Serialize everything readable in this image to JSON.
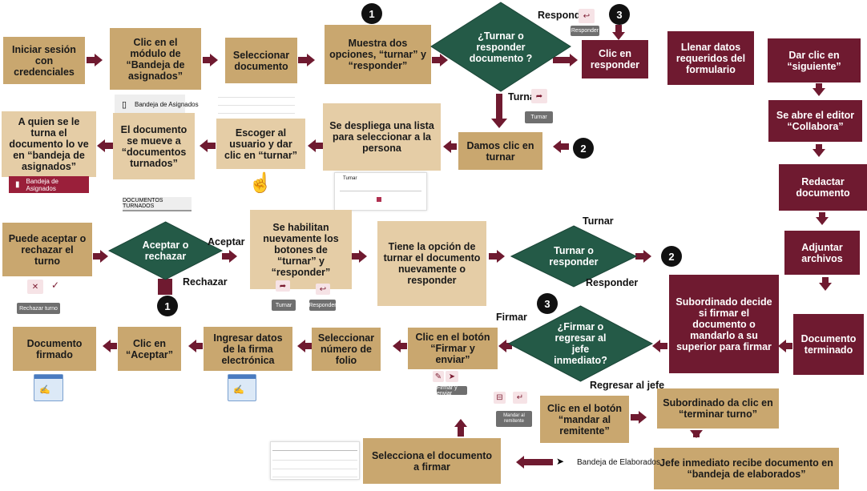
{
  "steps": {
    "iniciar": "Iniciar sesión con credenciales",
    "clic_modulo": "Clic en el módulo de “Bandeja de asignados”",
    "seleccionar_doc": "Seleccionar documento",
    "muestra_opciones": "Muestra dos opciones, “turnar” y “responder”",
    "clic_responder": "Clic en responder",
    "llenar_datos": "Llenar datos requeridos del formulario",
    "dar_siguiente": "Dar clic en “siguiente”",
    "editor_collabora": "Se abre el editor “Collabora”",
    "redactar": "Redactar documento",
    "adjuntar": "Adjuntar archivos",
    "doc_terminado": "Documento terminado",
    "subordinado_decide": "Subordinado decide si firmar el documento o mandarlo a su superior para firmar",
    "damos_turnar": "Damos clic en turnar",
    "despliega_lista": "Se despliega una lista para seleccionar a la persona",
    "escoger_usuario": "Escoger al usuario y dar clic en “turnar”",
    "doc_mueve": "El documento se mueve a “documentos turnados”",
    "quien_turna": "A quien se le turna el documento lo ve en “bandeja de asignados”",
    "puede_aceptar": "Puede aceptar o rechazar el turno",
    "habilitan_botones": "Se habilitan nuevamente los botones de “turnar” y “responder”",
    "tiene_opcion": "Tiene la opción de turnar el documento nuevamente o responder",
    "clic_firmar": "Clic en el botón “Firmar y enviar”",
    "seleccionar_folio": "Seleccionar número de folio",
    "ingresar_firma": "Ingresar datos de la firma electrónica",
    "clic_aceptar": "Clic en “Aceptar”",
    "doc_firmado": "Documento firmado",
    "clic_mandar": "Clic en el botón “mandar al remitente”",
    "subordinado_terminar": "Subordinado da clic en “terminar turno”",
    "jefe_recibe": "Jefe inmediato recibe documento en “bandeja de elaborados”",
    "selecciona_firmar": "Selecciona el documento a firmar"
  },
  "decisions": {
    "turnar_responder": "¿Turnar o responder documento ?",
    "aceptar_rechazar": "Aceptar o rechazar",
    "turnar_responder2": "Turnar o responder",
    "firmar_regresar": "¿Firmar o regresar al jefe inmediato?"
  },
  "labels": {
    "responder_top": "Responder",
    "turnar_mid": "Turnar",
    "aceptar": "Aceptar",
    "rechazar": "Rechazar",
    "turnar2": "Turnar",
    "responder2": "Responder",
    "firmar": "Firmar",
    "regresar": "Regresar al jefe"
  },
  "badges": {
    "one": "1",
    "two": "2",
    "three": "3"
  },
  "ui_snippets": {
    "bandeja_asignados": "Bandeja de Asignados",
    "bandeja_asignados_2": "Bandeja de Asignados",
    "documentos_turnados": "DOCUMENTOS TURNADOS",
    "responder_btn": "Responder",
    "turnar_btn": "Turnar",
    "rechazar_turno": "Rechazar turno",
    "turnar_btn2": "Turnar",
    "responder_btn2": "Responder",
    "firmar_enviar": "Firmar y enviar",
    "mandar_remitente": "Mandar al remitente",
    "bandeja_elaborados": "Bandeja de Elaborados",
    "turnar_form_title": "Turnar"
  },
  "colors": {
    "tan": "#c9a76f",
    "light_tan": "#e5cda6",
    "maroon": "#6f1a30",
    "green": "#245a47"
  }
}
